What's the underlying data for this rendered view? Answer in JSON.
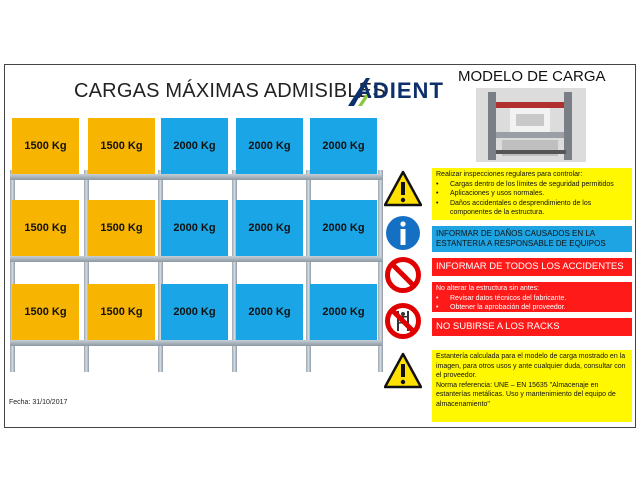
{
  "header": {
    "title": "CARGAS MÁXIMAS ADMISIBLES",
    "logo_text": "ADIENT",
    "model_title": "MODELO DE CARGA"
  },
  "rack": {
    "rows": [
      [
        "1500 Kg",
        "1500 Kg",
        "2000 Kg",
        "2000 Kg",
        "2000 Kg"
      ],
      [
        "1500 Kg",
        "1500 Kg",
        "2000 Kg",
        "2000 Kg",
        "2000 Kg"
      ],
      [
        "1500 Kg",
        "1500 Kg",
        "2000 Kg",
        "2000 Kg",
        "2000 Kg"
      ]
    ]
  },
  "panels": {
    "inspections": {
      "intro": "Realizar inspecciones regulares para controlar:",
      "bullets": [
        "Cargas dentro de los límites de seguridad permitidos",
        "Aplicaciones y usos normales.",
        "Daños accidentales o desprendimiento de los componentes de la estructura."
      ]
    },
    "damage": "INFORMAR DE DAÑOS CAUSADOS EN LA ESTANTERIA A RESPONSABLE DE EQUIPOS",
    "accidents": "INFORMAR DE TODOS LOS ACCIDENTES",
    "alter": {
      "intro": "No alterar la estructura sin antes:",
      "bullets": [
        "Revisar datos técnicos del fabricante.",
        "Obtener la aprobación del proveedor."
      ]
    },
    "no_climb": "NO SUBIRSE A LOS RACKS",
    "calc": "Estantería calculada para el modelo de carga mostrado en la imagen, para otros usos y ante cualquier duda, consultar con el proveedor.\nNorma referencia: UNE – EN 15635 \"Almacenaje en estanterías metálicas. Uso y mantenimiento del equipo de almacenamiento\""
  },
  "footer": {
    "date": "Fecha: 31/10/2017"
  },
  "colors": {
    "orange_box": "#f7b400",
    "blue_box": "#1aa6e6",
    "yellow_panel": "#fff800",
    "red_panel": "#ff1a1a",
    "cyan_panel": "#1ea4e3",
    "logo": "#0d2f6b"
  },
  "icons": [
    "warning-triangle-icon",
    "info-circle-icon",
    "prohibition-icon",
    "no-climbing-icon",
    "warning-triangle-icon"
  ]
}
